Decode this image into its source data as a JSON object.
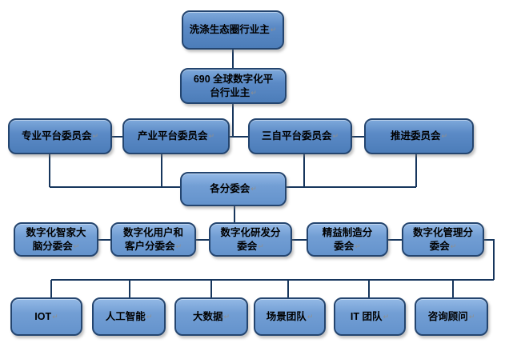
{
  "diagram": {
    "type": "org-chart",
    "return_mark": "↵",
    "colors": {
      "node_fill_dark": "#4f81bd",
      "node_fill_light": "#6b99d0",
      "node_highlight": "#8ab2e2",
      "node_border": "#24456f",
      "connector": "#17365d",
      "background": "#ffffff",
      "text": "#000000"
    },
    "nodes": [
      {
        "id": "industry-owner",
        "label": "洗涤生态圈行业主"
      },
      {
        "id": "global-digital-platform",
        "label": "690 全球数字化平\n台行业主"
      },
      {
        "id": "professional-platform",
        "label": "专业平台委员会"
      },
      {
        "id": "industry-platform",
        "label": "产业平台委员会"
      },
      {
        "id": "sanzi-platform",
        "label": "三自平台委员会"
      },
      {
        "id": "promotion-committee",
        "label": "推进委员会"
      },
      {
        "id": "subcommittees",
        "label": "各分委会"
      },
      {
        "id": "smart-home-brain",
        "label": "数字化智家大\n脑分委会"
      },
      {
        "id": "user-customer",
        "label": "数字化用户和\n客户分委会"
      },
      {
        "id": "digital-rd",
        "label": "数字化研发分\n委会"
      },
      {
        "id": "lean-manufacturing",
        "label": "精益制造分\n委会"
      },
      {
        "id": "digital-management",
        "label": "数字化管理分\n委会"
      },
      {
        "id": "iot",
        "label": "IOT"
      },
      {
        "id": "ai",
        "label": "人工智能"
      },
      {
        "id": "big-data",
        "label": "大数据"
      },
      {
        "id": "scenario-team",
        "label": "场景团队"
      },
      {
        "id": "it-team",
        "label": "IT 团队"
      },
      {
        "id": "consultants",
        "label": "咨询顾问"
      }
    ]
  }
}
